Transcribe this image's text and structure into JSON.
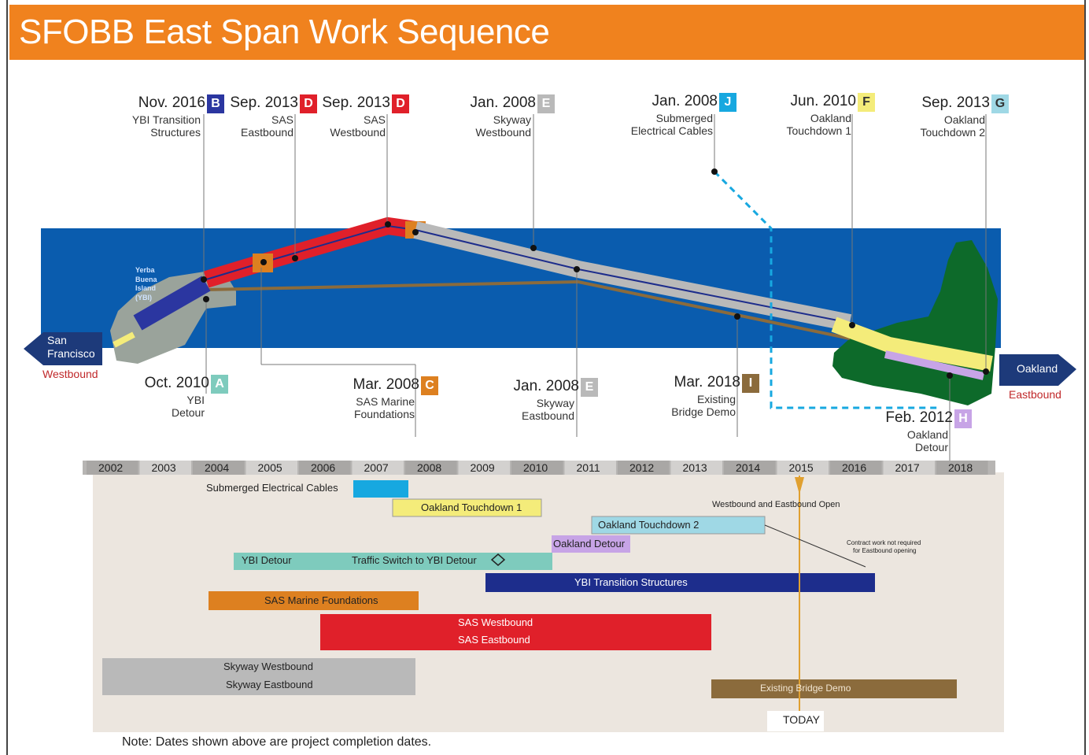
{
  "title": "SFOBB East Span Work Sequence",
  "colors": {
    "header": "#f0821e",
    "water": "#0a5cae",
    "land_sf": "#9aa39b",
    "land_oak": "#0d6a2a",
    "red": "#e0202a",
    "orange": "#dd8020",
    "gray": "#b9b9b9",
    "navy": "#1d2d8c",
    "teal": "#7ecbbd",
    "yellow": "#f4ec7a",
    "lightblue": "#9fd8e5",
    "purple": "#c7a4e6",
    "brown": "#8b6b3c",
    "cyan": "#17a8e0",
    "timeline_bg": "#ece6df"
  },
  "top_labels": [
    {
      "date": "Nov. 2016",
      "badge": "B",
      "badge_color": "#2b36a0",
      "lines": [
        "YBI Transition",
        "Structures"
      ]
    },
    {
      "date": "Sep. 2013",
      "badge": "D",
      "badge_color": "#e0202a",
      "lines": [
        "SAS",
        "Eastbound"
      ]
    },
    {
      "date": "Sep. 2013",
      "badge": "D",
      "badge_color": "#e0202a",
      "lines": [
        "SAS",
        "Westbound"
      ]
    },
    {
      "date": "Jan. 2008",
      "badge": "E",
      "badge_color": "#b9b9b9",
      "lines": [
        "Skyway",
        "Westbound"
      ]
    },
    {
      "date": "Jan. 2008",
      "badge": "J",
      "badge_color": "#17a8e0",
      "lines": [
        "Submerged",
        "Electrical Cables"
      ]
    },
    {
      "date": "Jun. 2010",
      "badge": "F",
      "badge_color": "#f4ec7a",
      "lines": [
        "Oakland",
        "Touchdown 1"
      ]
    },
    {
      "date": "Sep. 2013",
      "badge": "G",
      "badge_color": "#9fd8e5",
      "lines": [
        "Oakland",
        "Touchdown 2"
      ]
    }
  ],
  "bottom_labels": [
    {
      "date": "Oct. 2010",
      "badge": "A",
      "badge_color": "#7ecbbd",
      "lines": [
        "YBI",
        "Detour"
      ]
    },
    {
      "date": "Mar. 2008",
      "badge": "C",
      "badge_color": "#dd8020",
      "lines": [
        "SAS Marine",
        "Foundations"
      ]
    },
    {
      "date": "Jan. 2008",
      "badge": "E",
      "badge_color": "#b9b9b9",
      "lines": [
        "Skyway",
        "Eastbound"
      ]
    },
    {
      "date": "Mar. 2018",
      "badge": "I",
      "badge_color": "#8b6b3c",
      "lines": [
        "Existing",
        "Bridge Demo"
      ]
    },
    {
      "date": "Feb. 2012",
      "badge": "H",
      "badge_color": "#c7a4e6",
      "lines": [
        "Oakland",
        "Detour"
      ]
    }
  ],
  "map": {
    "sf_arrow": [
      "San",
      "Francisco"
    ],
    "sf_dir": "Westbound",
    "oak_arrow": "Oakland",
    "oak_dir": "Eastbound",
    "island": [
      "Yerba",
      "Buena",
      "Island",
      "(YBI)"
    ]
  },
  "years": [
    "2002",
    "2003",
    "2004",
    "2005",
    "2006",
    "2007",
    "2008",
    "2009",
    "2010",
    "2011",
    "2012",
    "2013",
    "2014",
    "2015",
    "2016",
    "2017",
    "2018"
  ],
  "gantt": [
    {
      "label": "Submerged Electrical Cables",
      "color": "#17a8e0"
    },
    {
      "label": "Oakland Touchdown 1",
      "color": "#f4ec7a"
    },
    {
      "label": "Oakland Touchdown 2",
      "color": "#9fd8e5"
    },
    {
      "label": "Oakland Detour",
      "color": "#c7a4e6"
    },
    {
      "label": "YBI Detour",
      "color": "#7ecbbd"
    },
    {
      "label": "Traffic Switch to YBI Detour",
      "color": "#7ecbbd"
    },
    {
      "label": "YBI Transition Structures",
      "color": "#1d2d8c"
    },
    {
      "label": "SAS Marine Foundations",
      "color": "#dd8020"
    },
    {
      "label": "SAS Westbound",
      "color": "#e0202a"
    },
    {
      "label": "SAS Eastbound",
      "color": "#e0202a"
    },
    {
      "label": "Skyway Westbound",
      "color": "#b9b9b9"
    },
    {
      "label": "Skyway Eastbound",
      "color": "#b9b9b9"
    },
    {
      "label": "Existing Bridge Demo",
      "color": "#8b6b3c"
    }
  ],
  "annotations": {
    "open": "Westbound and Eastbound Open",
    "contract_note": [
      "Contract work not required",
      "for Eastbound opening"
    ],
    "today": "TODAY"
  },
  "note": "Note: Dates shown above are project completion dates."
}
